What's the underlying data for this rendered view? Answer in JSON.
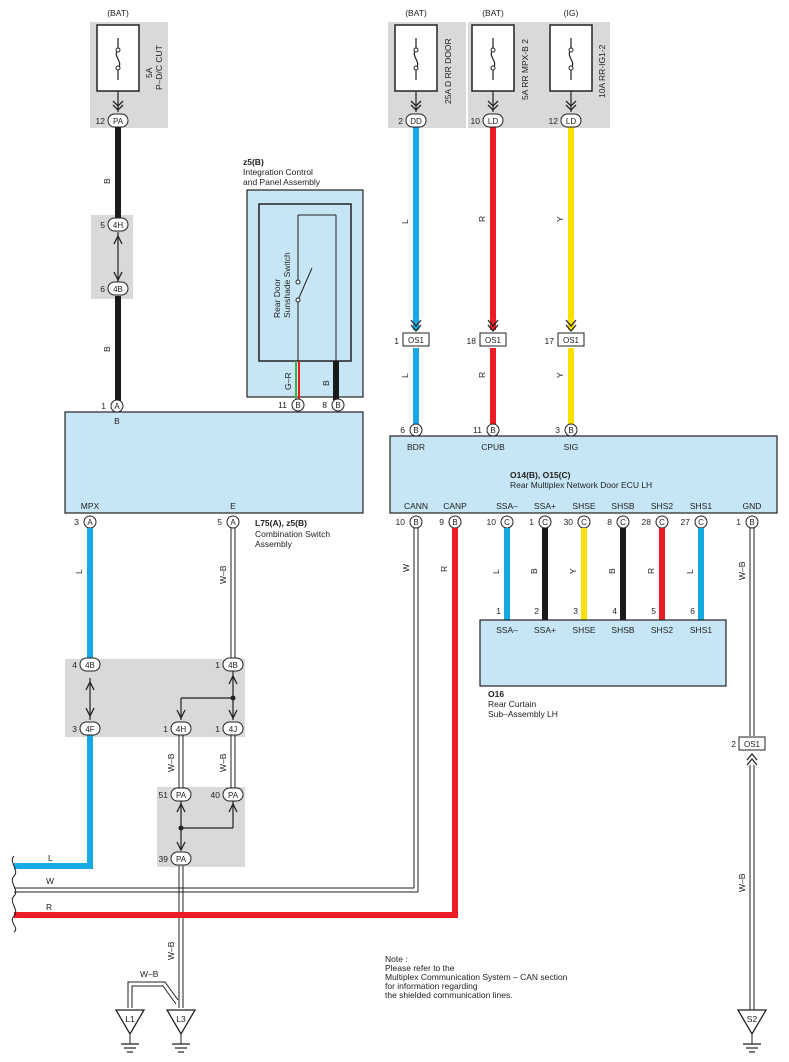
{
  "fuses": [
    {
      "power": "(BAT)",
      "label": "5A\nP-D/C CUT"
    },
    {
      "power": "(BAT)",
      "label": "25A D RR DOOR"
    },
    {
      "power": "(BAT)",
      "label": "5A RR MPX-B 2"
    },
    {
      "power": "(IG)",
      "label": "10A RR-IG1-2"
    }
  ],
  "connectors": {
    "pa12": {
      "pin": "12",
      "name": "PA"
    },
    "h4a": {
      "pin": "5",
      "name": "4H"
    },
    "b4a": {
      "pin": "6",
      "name": "4B"
    },
    "dd": {
      "pin": "2",
      "name": "DD"
    },
    "ld1": {
      "pin": "10",
      "name": "LD"
    },
    "ld2": {
      "pin": "12",
      "name": "LD"
    },
    "os1a": {
      "pin": "1",
      "name": "OS1"
    },
    "os1b": {
      "pin": "18",
      "name": "OS1"
    },
    "os1c": {
      "pin": "17",
      "name": "OS1"
    },
    "os1d": {
      "pin": "2",
      "name": "OS1"
    },
    "b4_4": {
      "pin": "4",
      "name": "4B"
    },
    "b4_1": {
      "pin": "1",
      "name": "4B"
    },
    "f4": {
      "pin": "3",
      "name": "4F"
    },
    "h4b": {
      "pin": "1",
      "name": "4H"
    },
    "j4": {
      "pin": "1",
      "name": "4J"
    },
    "pa51": {
      "pin": "51",
      "name": "PA"
    },
    "pa40": {
      "pin": "40",
      "name": "PA"
    },
    "pa39": {
      "pin": "39",
      "name": "PA"
    }
  },
  "switch_assy": {
    "code": "z5(B)",
    "name_line1": "Integration Control",
    "name_line2": "and Panel Assembly",
    "switch_label_line1": "Rear Door",
    "switch_label_line2": "Sunshade Switch",
    "wire1": "G–R",
    "wire2": "B",
    "pin1": "11",
    "pin1_c": "B",
    "pin2": "8",
    "pin2_c": "B"
  },
  "combo_switch": {
    "code": "L75(A), z5(B)",
    "name_line1": "Combination Switch",
    "name_line2": "Assembly",
    "top_pin": "1",
    "top_pin_c": "A",
    "top_label": "B",
    "pins": [
      {
        "num": "3",
        "c": "A",
        "label": "MPX"
      },
      {
        "num": "5",
        "c": "A",
        "label": "E"
      }
    ]
  },
  "ecu": {
    "code": "O14(B), O15(C)",
    "name": "Rear Multiplex Network Door ECU LH",
    "top_pins": [
      {
        "num": "6",
        "c": "B",
        "label": "BDR"
      },
      {
        "num": "11",
        "c": "B",
        "label": "CPUB"
      },
      {
        "num": "3",
        "c": "B",
        "label": "SIG"
      }
    ],
    "bottom_pins": [
      {
        "num": "10",
        "c": "B",
        "label": "CANN"
      },
      {
        "num": "9",
        "c": "B",
        "label": "CANP"
      },
      {
        "num": "10",
        "c": "C",
        "label": "SSA–"
      },
      {
        "num": "1",
        "c": "C",
        "label": "SSA+"
      },
      {
        "num": "30",
        "c": "C",
        "label": "SHSE"
      },
      {
        "num": "8",
        "c": "C",
        "label": "SHSB"
      },
      {
        "num": "28",
        "c": "C",
        "label": "SHS2"
      },
      {
        "num": "27",
        "c": "C",
        "label": "SHS1"
      },
      {
        "num": "1",
        "c": "B",
        "label": "GND"
      }
    ]
  },
  "curtain": {
    "code": "O16",
    "name_line1": "Rear Curtain",
    "name_line2": "Sub–Assembly LH",
    "pins": [
      {
        "num": "1",
        "label": "SSA–"
      },
      {
        "num": "2",
        "label": "SSA+"
      },
      {
        "num": "3",
        "label": "SHSE"
      },
      {
        "num": "4",
        "label": "SHSB"
      },
      {
        "num": "5",
        "label": "SHS2"
      },
      {
        "num": "6",
        "label": "SHS1"
      }
    ]
  },
  "wire_labels": {
    "B": "B",
    "L": "L",
    "R": "R",
    "Y": "Y",
    "W": "W",
    "WB": "W–B"
  },
  "grounds": {
    "g1": "L1",
    "g2": "L3",
    "g3": "S2"
  },
  "note": {
    "line1": "Note :",
    "line2": "Please refer to the",
    "line3": "Multiplex Communication System – CAN section",
    "line4": "for information regarding",
    "line5": "the shielded communication lines."
  },
  "colors": {
    "blue": "#16a9e6",
    "black": "#1a1a1a",
    "red": "#ec1c24",
    "yellow": "#f8e000",
    "green": "#3db34a",
    "component": "#c6e6f5",
    "gray": "#d9d9d9"
  }
}
